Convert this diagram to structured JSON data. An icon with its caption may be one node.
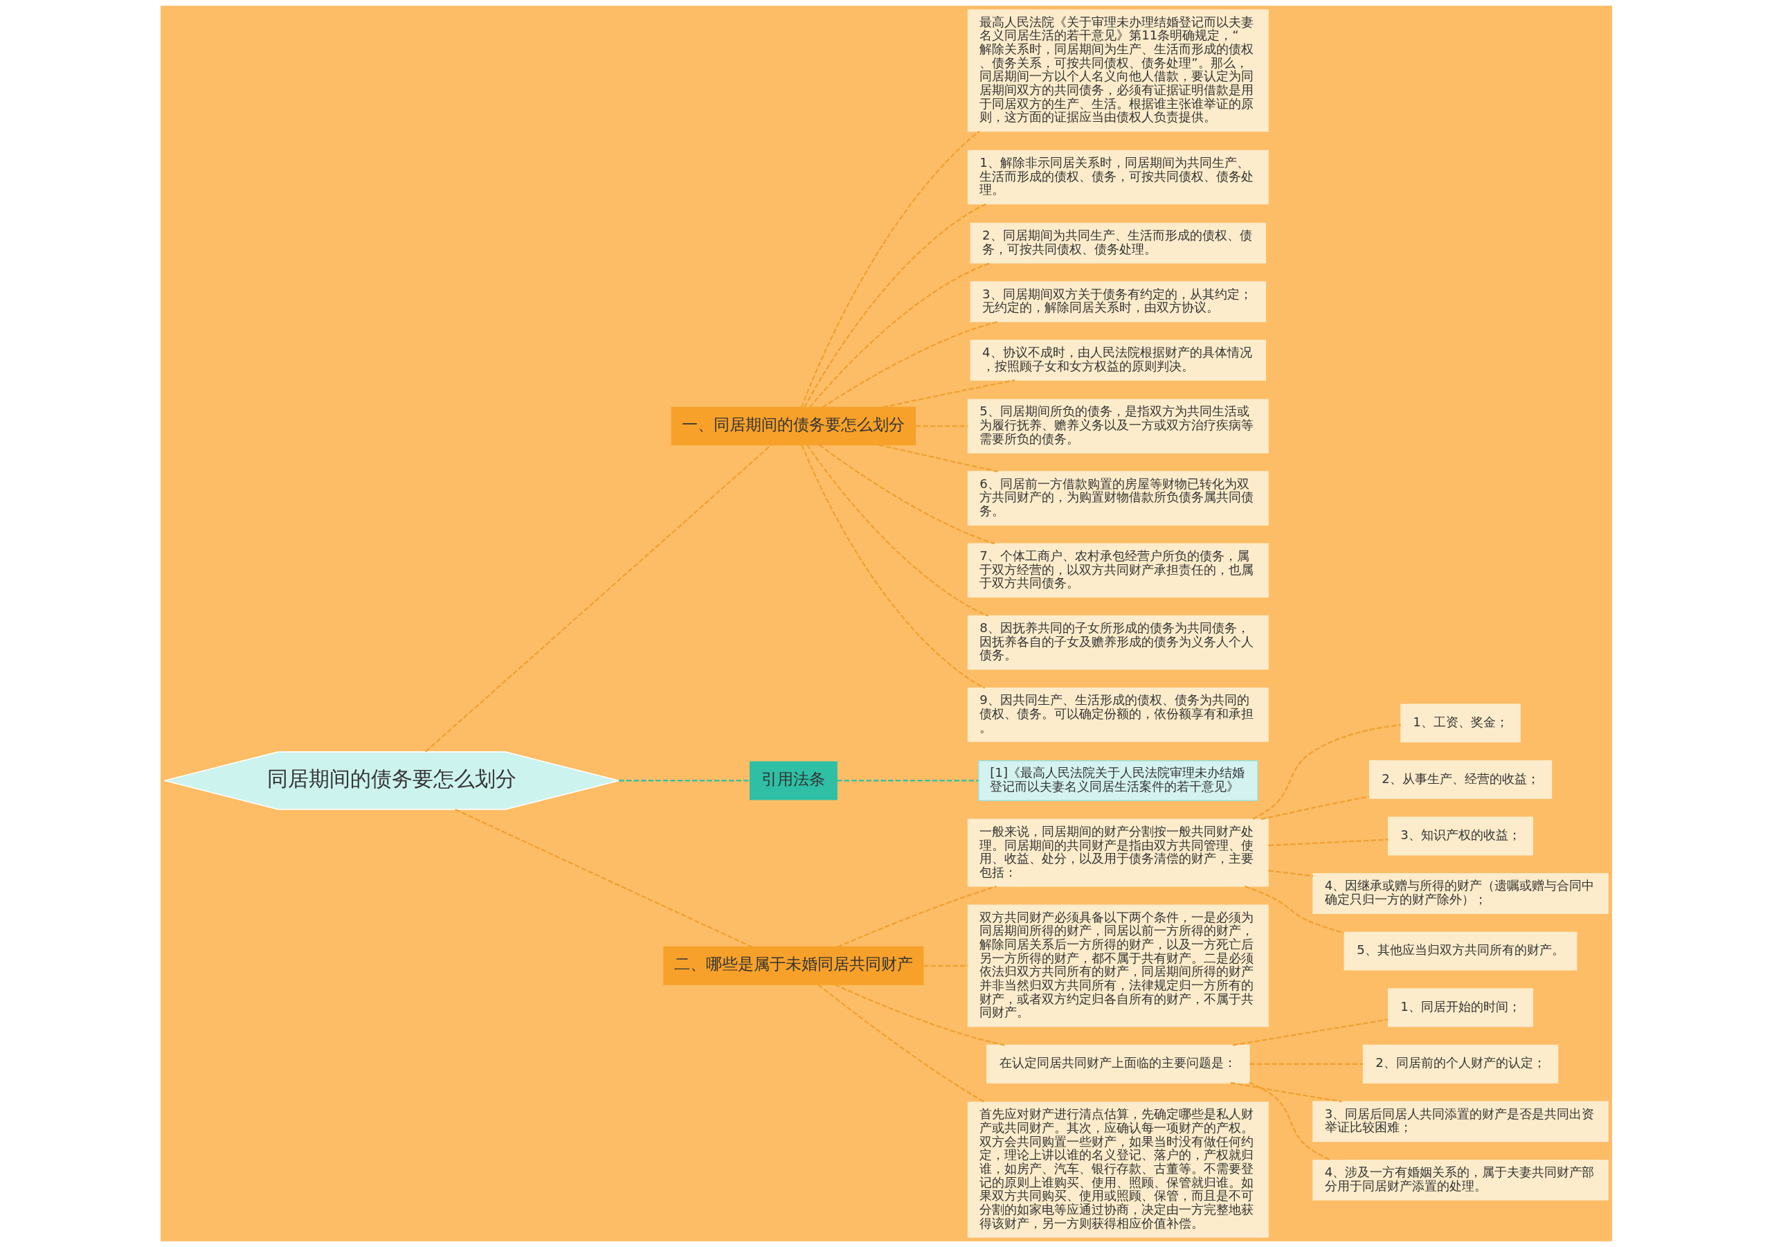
{
  "diagram": {
    "nodes": [
      {
        "text": [
          "同居期间的债务要怎么划分"
        ]
      },
      {
        "text": [
          "一、同居期间的债务要怎么划分"
        ]
      },
      {
        "text": [
          "最高人民法院《关于审理未办理结婚登记而以夫妻名义同居生活的若干意见》第11条明确规定，“解除关系时，同居期间为生产、生活而形成的债权、债务关系，可按共同债权、债务处理”。那么，同居期间一方以个人名义向他人借款，要认定为同居期间双方的共同债务，必须有证据证明借款是用于同居双方的生产、生活。根据谁主张谁举证的原则，这方面的证据应当由债权人负责提供。"
        ]
      },
      {
        "text": [
          "1、解除非示同居关系时，同居期间为共同生产、生活而形成的债权、债务，可按共同债权、债务处理。"
        ]
      },
      {
        "text": [
          "2、同居期间为共同生产、生活而形成的债权、债务，可按共同债权、债务处理。"
        ]
      },
      {
        "text": [
          "3、同居期间双方关于债务有约定的，从其约定；无约定的，解除同居关系时，由双方协议。"
        ]
      },
      {
        "text": [
          "4、协议不成时，由人民法院根据财产的具体情况，按照顾子女和女方权益的原则判决。"
        ]
      },
      {
        "text": [
          "5、同居期间所负的债务，是指双方为共同生活或为履行抚养、赡养义务以及一方或双方治疗疾病等需要所负的债务。"
        ]
      },
      {
        "text": [
          "6、同居前一方借款购置的房屋等财物已转化为双方共同财产的，为购置财物借款所负债务属共同债务。"
        ]
      },
      {
        "text": [
          "7、个体工商户、农村承包经营户所负的债务，属于双方经营的，以双方共同财产承担责任的，也属于双方共同债务。"
        ]
      },
      {
        "text": [
          "8、因抚养共同的子女所形成的债务为共同债务，因抚养各自的子女及赡养形成的债务为义务人个人债务。"
        ]
      },
      {
        "text": [
          "9、因共同生产、生活形成的债权、债务为共同的债权、债务。可以确定份额的，依份额享有和承担。"
        ]
      },
      {
        "text": [
          "引用法条"
        ]
      },
      {
        "text": [
          "[1]《最高人民法院关于人民法院审理未办结婚登记而以夫妻名义同居生活案件的若干意见》"
        ]
      },
      {
        "text": [
          "二、哪些是属于未婚同居共同财产"
        ]
      },
      {
        "text": [
          "一般来说，同居期间的财产分割按一般共同财产处理。同居期间的共同财产是指由双方共同管理、使用、收益、处分，以及用于债务清偿的财产，主要包括："
        ]
      },
      {
        "text": [
          "1、工资、奖金；"
        ]
      },
      {
        "text": [
          "2、从事生产、经营的收益；"
        ]
      },
      {
        "text": [
          "3、知识产权的收益；"
        ]
      },
      {
        "text": [
          "4、因继承或赠与所得的财产（遗嘱或赠与合同中确定只归一方的财产除外）；"
        ]
      },
      {
        "text": [
          "5、其他应当归双方共同所有的财产。"
        ]
      },
      {
        "text": [
          "双方共同财产必须具备以下两个条件，一是必须为同居期间所得的财产，同居以前一方所得的财产，解除同居关系后一方所得的财产，以及一方死亡后另一方所得的财产，都不属于共有财产。二是必须依法归双方共同所有的财产，同居期间所得的财产并非当然归双方共同所有，法律规定归一方所有的财产，或者双方约定归各自所有的财产，不属于共同财产。"
        ]
      },
      {
        "text": [
          "在认定同居共同财产上面临的主要问题是："
        ]
      },
      {
        "text": [
          "1、同居开始的时间；"
        ]
      },
      {
        "text": [
          "2、同居前的个人财产的认定；"
        ]
      },
      {
        "text": [
          "3、同居后同居人共同添置的财产是否是共同出资举证比较困难；"
        ]
      },
      {
        "text": [
          "4、涉及一方有婚姻关系的，属于夫妻共同财产部分用于同居财产添置的处理。"
        ]
      },
      {
        "text": [
          "首先应对财产进行清点估算，先确定哪些是私人财产或共同财产。其次，应确认每一项财产的产权。双方会共同购置一些财产，如果当时没有做任何约定，理论上讲以谁的名义登记、落户的，产权就归谁，如房产、汽车、银行存款、古董等。不需要登记的原则上谁购买、使用、照顾、保管就归谁。如果双方共同购买、使用或照顾、保管，而且是不可分割的如家电等应通过协商，决定由一方完整地获得该财产，另一方则获得相应价值补偿。"
        ]
      }
    ],
    "edges": [
      {
        "from": 0,
        "to": 1,
        "arrow": "none",
        "style": "dashed"
      },
      {
        "from": 1,
        "to": 2,
        "arrow": "none",
        "style": "dashed"
      },
      {
        "from": 1,
        "to": 3,
        "arrow": "none",
        "style": "dashed"
      },
      {
        "from": 1,
        "to": 4,
        "arrow": "none",
        "style": "dashed"
      },
      {
        "from": 1,
        "to": 5,
        "arrow": "none",
        "style": "dashed"
      },
      {
        "from": 1,
        "to": 6,
        "arrow": "none",
        "style": "dashed"
      },
      {
        "from": 1,
        "to": 7,
        "arrow": "none",
        "style": "dashed"
      },
      {
        "from": 1,
        "to": 8,
        "arrow": "none",
        "style": "dashed"
      },
      {
        "from": 1,
        "to": 9,
        "arrow": "none",
        "style": "dashed"
      },
      {
        "from": 1,
        "to": 10,
        "arrow": "none",
        "style": "dashed"
      },
      {
        "from": 1,
        "to": 11,
        "arrow": "none",
        "style": "dashed"
      },
      {
        "from": 0,
        "to": 12,
        "arrow": "none",
        "style": "dashed",
        "color": "#2ebfa5"
      },
      {
        "from": 12,
        "to": 13,
        "arrow": "none",
        "style": "dashed",
        "color": "#2ebfa5"
      },
      {
        "from": 0,
        "to": 14,
        "arrow": "none",
        "style": "dashed"
      },
      {
        "from": 14,
        "to": 15,
        "arrow": "none",
        "style": "dashed"
      },
      {
        "from": 15,
        "to": 16,
        "arrow": "none",
        "style": "dashed"
      },
      {
        "from": 15,
        "to": 17,
        "arrow": "none",
        "style": "dashed"
      },
      {
        "from": 15,
        "to": 18,
        "arrow": "none",
        "style": "dashed"
      },
      {
        "from": 15,
        "to": 19,
        "arrow": "none",
        "style": "dashed"
      },
      {
        "from": 15,
        "to": 20,
        "arrow": "none",
        "style": "dashed"
      },
      {
        "from": 14,
        "to": 21,
        "arrow": "none",
        "style": "dashed"
      },
      {
        "from": 14,
        "to": 22,
        "arrow": "none",
        "style": "dashed"
      },
      {
        "from": 22,
        "to": 23,
        "arrow": "none",
        "style": "dashed"
      },
      {
        "from": 22,
        "to": 24,
        "arrow": "none",
        "style": "dashed"
      },
      {
        "from": 22,
        "to": 25,
        "arrow": "none",
        "style": "dashed"
      },
      {
        "from": 22,
        "to": 26,
        "arrow": "none",
        "style": "dashed"
      },
      {
        "from": 14,
        "to": 27,
        "arrow": "none",
        "style": "dashed"
      }
    ]
  }
}
